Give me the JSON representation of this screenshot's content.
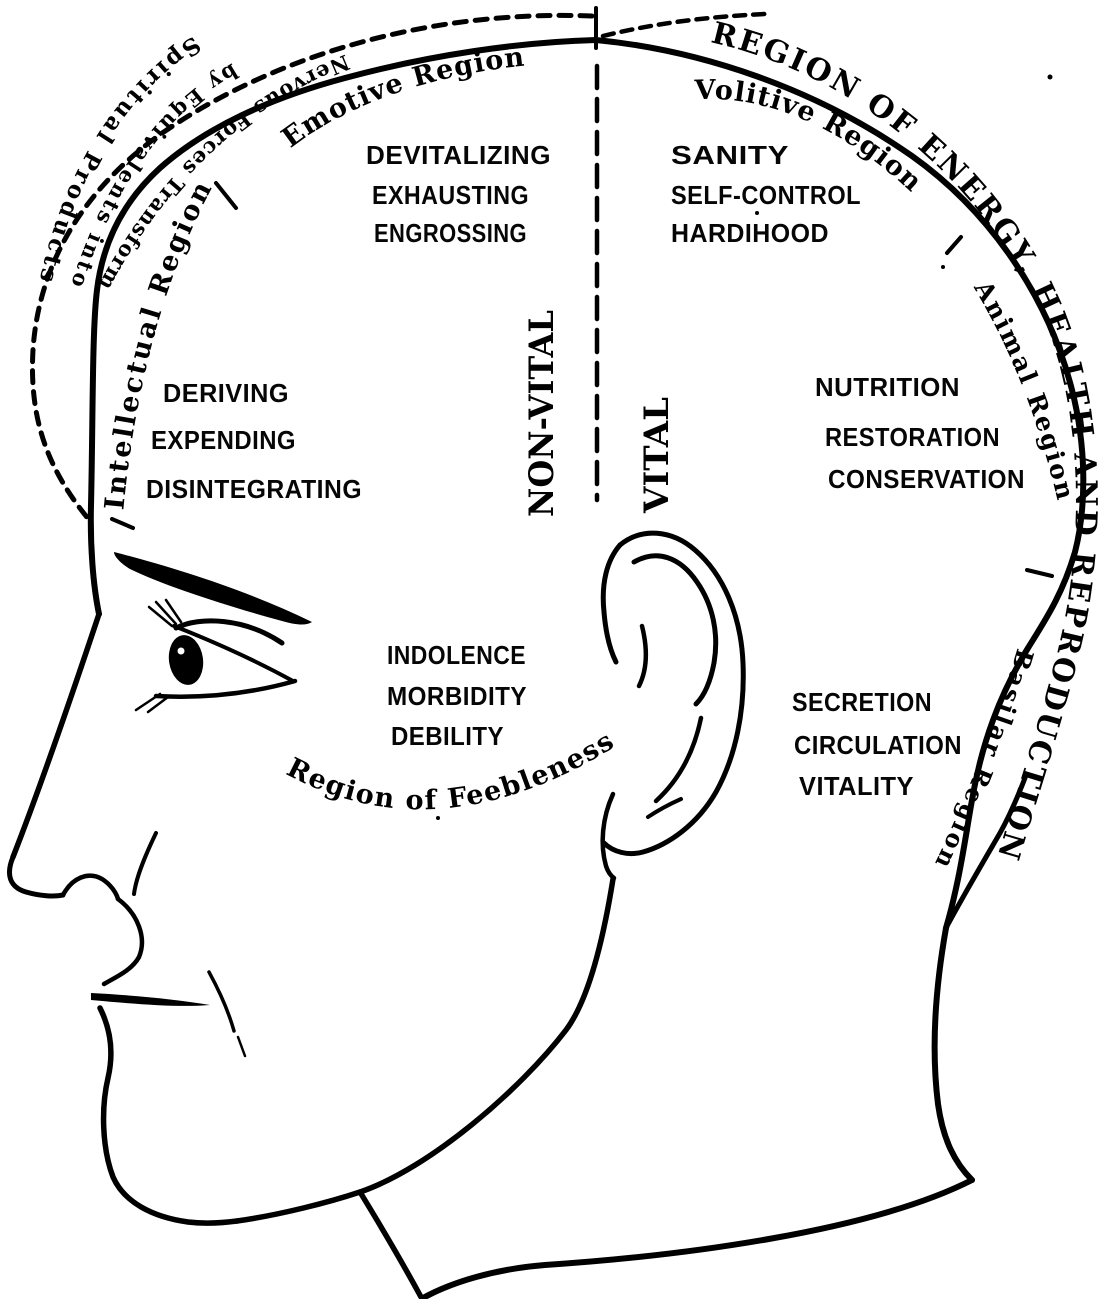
{
  "figure": {
    "palette": {
      "ink": "#000000",
      "paper": "#ffffff"
    },
    "outer_band_label": "REGION OF ENERGY, HEALTH AND REPRODUCTION",
    "apex_arc": {
      "line_outer": "Spiritual Products",
      "line_middle": "by Equivalents into",
      "line_inner": "Nervous Forces Transformed"
    },
    "midline": {
      "front_label": "NON-VITAL",
      "back_label": "VITAL"
    },
    "regions": {
      "emotive": {
        "label": "Emotive Region",
        "traits": [
          "DEVITALIZING",
          "EXHAUSTING",
          "ENGROSSING"
        ]
      },
      "volitive": {
        "label": "Volitive Region",
        "traits": [
          "SANITY",
          "SELF-CONTROL",
          "HARDIHOOD"
        ]
      },
      "intellectual": {
        "label": "Intellectual Region",
        "traits": [
          "DERIVING",
          "EXPENDING",
          "DISINTEGRATING"
        ]
      },
      "animal": {
        "label": "Animal Region",
        "traits": [
          "NUTRITION",
          "RESTORATION",
          "CONSERVATION"
        ]
      },
      "feebleness": {
        "label": "Region of Feebleness",
        "traits": [
          "INDOLENCE",
          "MORBIDITY",
          "DEBILITY"
        ]
      },
      "basilar": {
        "label": "Basilar Region",
        "traits": [
          "SECRETION",
          "CIRCULATION",
          "VITALITY"
        ]
      }
    }
  }
}
